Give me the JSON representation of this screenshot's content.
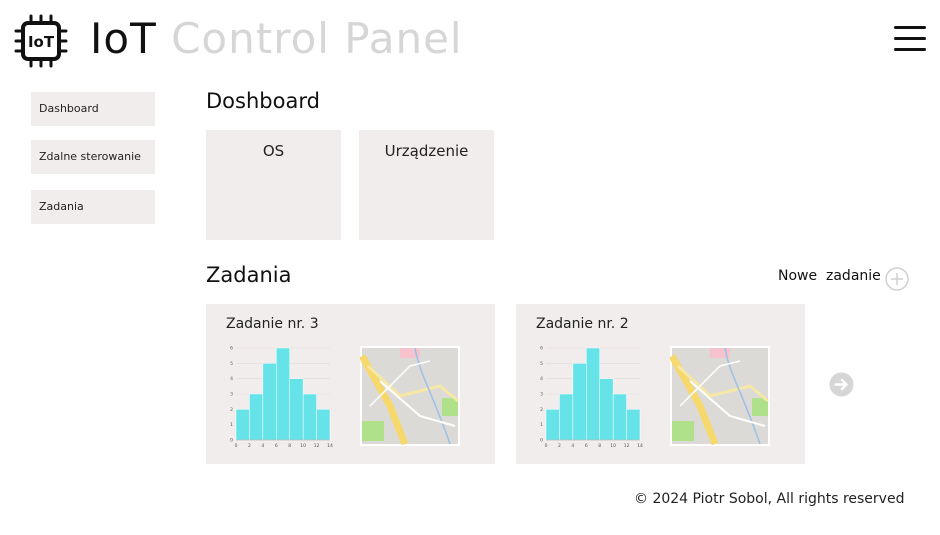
{
  "header": {
    "brand_prefix": "IoT",
    "brand_suffix": "Control Panel",
    "logo_text": "IoT",
    "menu_icon": "hamburger-icon"
  },
  "sidebar": {
    "items": [
      {
        "label": "Dashboard"
      },
      {
        "label": "Zdalne sterowanie"
      },
      {
        "label": "Zadania"
      }
    ]
  },
  "dashboard": {
    "heading": "Doshboard",
    "cards": [
      {
        "title": "OS"
      },
      {
        "title": "Urządzenie"
      }
    ]
  },
  "tasks": {
    "heading": "Zadania",
    "new_task_label": "Nowe  zadanie",
    "new_task_icon": "plus-circle-icon",
    "next_icon": "arrow-right-circle-icon",
    "items": [
      {
        "title": "Zadanie nr. 3",
        "histogram": {
          "bins": [
            0,
            2,
            4,
            6,
            8,
            10,
            12,
            14
          ],
          "counts": [
            2,
            3,
            5,
            6,
            4,
            3,
            2
          ],
          "y_ticks": [
            "0",
            "1",
            "2",
            "3",
            "4",
            "5",
            "6"
          ],
          "x_ticks": [
            "0",
            "2",
            "4",
            "6",
            "8",
            "10",
            "12",
            "14"
          ]
        }
      },
      {
        "title": "Zadanie nr. 2",
        "histogram": {
          "bins": [
            0,
            2,
            4,
            6,
            8,
            10,
            12,
            14
          ],
          "counts": [
            2,
            3,
            5,
            6,
            4,
            3,
            2
          ],
          "y_ticks": [
            "0",
            "1",
            "2",
            "3",
            "4",
            "5",
            "6"
          ],
          "x_ticks": [
            "0",
            "2",
            "4",
            "6",
            "8",
            "10",
            "12",
            "14"
          ]
        }
      }
    ]
  },
  "footer": {
    "text": "© 2024 Piotr Sobol, All rights reserved"
  },
  "colors": {
    "card_bg": "#f2eded",
    "bar": "#66e3e8",
    "muted_text": "#d6d6d6"
  }
}
